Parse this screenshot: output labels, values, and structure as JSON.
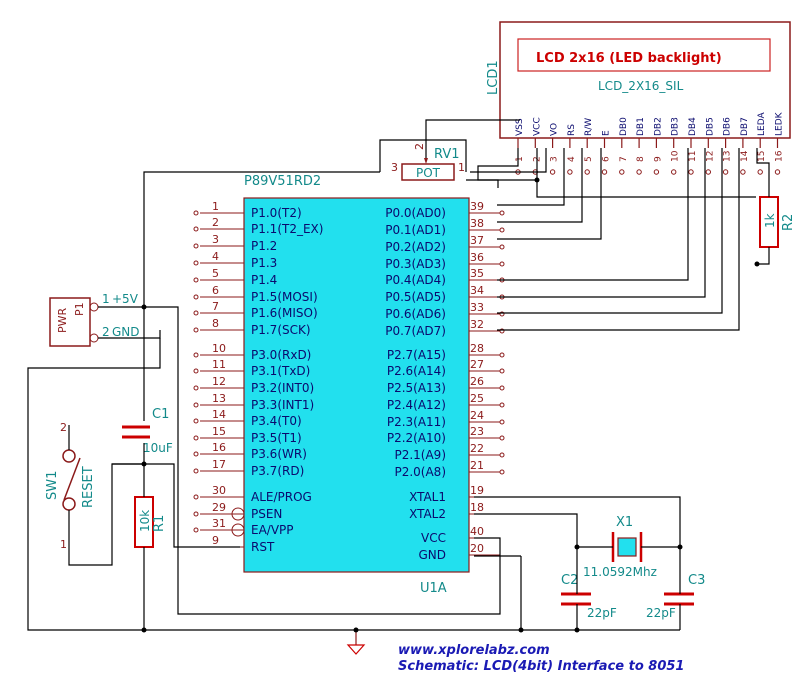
{
  "lcd": {
    "ref": "LCD1",
    "value": "LCD_2X16_SIL",
    "screen_text": "LCD 2x16 (LED backlight)",
    "pins": [
      {
        "num": "1",
        "name": "VSS"
      },
      {
        "num": "2",
        "name": "VCC"
      },
      {
        "num": "3",
        "name": "VO"
      },
      {
        "num": "4",
        "name": "RS"
      },
      {
        "num": "5",
        "name": "R/W"
      },
      {
        "num": "6",
        "name": "E"
      },
      {
        "num": "7",
        "name": "DB0"
      },
      {
        "num": "8",
        "name": "DB1"
      },
      {
        "num": "9",
        "name": "DB2"
      },
      {
        "num": "10",
        "name": "DB3"
      },
      {
        "num": "11",
        "name": "DB4"
      },
      {
        "num": "12",
        "name": "DB5"
      },
      {
        "num": "13",
        "name": "DB6"
      },
      {
        "num": "14",
        "name": "DB7"
      },
      {
        "num": "15",
        "name": "LEDA"
      },
      {
        "num": "16",
        "name": "LEDK"
      }
    ]
  },
  "pot": {
    "ref": "RV1",
    "value": "POT",
    "pin1": "1",
    "pin2": "2",
    "pin3": "3"
  },
  "mcu": {
    "part": "P89V51RD2",
    "ref": "U1A",
    "left_pins": [
      {
        "num": "1",
        "name": "P1.0(T2)"
      },
      {
        "num": "2",
        "name": "P1.1(T2_EX)"
      },
      {
        "num": "3",
        "name": "P1.2"
      },
      {
        "num": "4",
        "name": "P1.3"
      },
      {
        "num": "5",
        "name": "P1.4"
      },
      {
        "num": "6",
        "name": "P1.5(MOSI)"
      },
      {
        "num": "7",
        "name": "P1.6(MISO)"
      },
      {
        "num": "8",
        "name": "P1.7(SCK)"
      },
      {
        "num": "10",
        "name": "P3.0(RxD)"
      },
      {
        "num": "11",
        "name": "P3.1(TxD)"
      },
      {
        "num": "12",
        "name": "P3.2(INT0)"
      },
      {
        "num": "13",
        "name": "P3.3(INT1)"
      },
      {
        "num": "14",
        "name": "P3.4(T0)"
      },
      {
        "num": "15",
        "name": "P3.5(T1)"
      },
      {
        "num": "16",
        "name": "P3.6(WR)"
      },
      {
        "num": "17",
        "name": "P3.7(RD)"
      },
      {
        "num": "30",
        "name": "ALE/PROG"
      },
      {
        "num": "29",
        "name": "PSEN"
      },
      {
        "num": "31",
        "name": "EA/VPP"
      },
      {
        "num": "9",
        "name": "RST"
      }
    ],
    "right_pins": [
      {
        "num": "39",
        "name": "P0.0(AD0)"
      },
      {
        "num": "38",
        "name": "P0.1(AD1)"
      },
      {
        "num": "37",
        "name": "P0.2(AD2)"
      },
      {
        "num": "36",
        "name": "P0.3(AD3)"
      },
      {
        "num": "35",
        "name": "P0.4(AD4)"
      },
      {
        "num": "34",
        "name": "P0.5(AD5)"
      },
      {
        "num": "33",
        "name": "P0.6(AD6)"
      },
      {
        "num": "32",
        "name": "P0.7(AD7)"
      },
      {
        "num": "28",
        "name": "P2.7(A15)"
      },
      {
        "num": "27",
        "name": "P2.6(A14)"
      },
      {
        "num": "26",
        "name": "P2.5(A13)"
      },
      {
        "num": "25",
        "name": "P2.4(A12)"
      },
      {
        "num": "24",
        "name": "P2.3(A11)"
      },
      {
        "num": "23",
        "name": "P2.2(A10)"
      },
      {
        "num": "22",
        "name": "P2.1(A9)"
      },
      {
        "num": "21",
        "name": "P2.0(A8)"
      },
      {
        "num": "19",
        "name": "XTAL1"
      },
      {
        "num": "18",
        "name": "XTAL2"
      },
      {
        "num": "40",
        "name": "VCC"
      },
      {
        "num": "20",
        "name": "GND"
      }
    ]
  },
  "power": {
    "ref": "P1",
    "label": "PWR",
    "pin1": "1",
    "pin1_net": "+5V",
    "pin2": "2",
    "pin2_net": "GND"
  },
  "c1": {
    "ref": "C1",
    "value": "10uF"
  },
  "sw1": {
    "ref": "SW1",
    "value": "RESET",
    "pin1": "1",
    "pin2": "2"
  },
  "r1": {
    "ref": "R1",
    "value": "10k"
  },
  "r2": {
    "ref": "R2",
    "value": "1k"
  },
  "x1": {
    "ref": "X1",
    "value": "11.0592Mhz"
  },
  "c2": {
    "ref": "C2",
    "value": "22pF"
  },
  "c3": {
    "ref": "C3",
    "value": "22pF"
  },
  "footer": {
    "website": "www.xplorelabz.com",
    "caption": "Schematic: LCD(4bit) Interface to 8051"
  },
  "colors": {
    "wire": "#000000",
    "ic_fill": "#22e0ee",
    "component": "#8b1a1a",
    "label": "#138a8a",
    "footer": "#1a1ab4"
  }
}
